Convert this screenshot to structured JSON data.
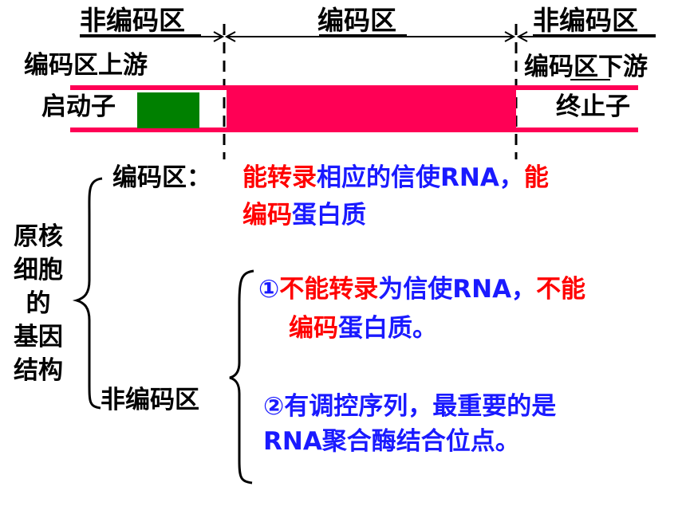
{
  "top_labels": {
    "noncoding_left": "非编码区",
    "coding": "编码区",
    "noncoding_right": "非编码区",
    "upstream": "编码区上游",
    "downstream": "编码区下游",
    "promoter": "启动子",
    "terminator": "终止子"
  },
  "colors": {
    "strand": "#ff0055",
    "promoter_box": "#008000",
    "red_text": "#ff0000",
    "blue_text": "#1a1aff"
  },
  "left_title": [
    "原核",
    "细胞",
    "的",
    "基因",
    "结构"
  ],
  "coding": {
    "label": "编码区：",
    "desc": {
      "red1": "能转录",
      "blue1": "相应的信使RNA，",
      "red2": "能",
      "red3": "编码",
      "blue2": "蛋白质"
    }
  },
  "noncoding": {
    "label": "非编码区",
    "point1": {
      "blue_a": "①",
      "red_a": "不能转录",
      "blue_b": "为信使RNA，",
      "red_b": "不能",
      "red_c": "编码",
      "blue_c": "蛋白质。"
    },
    "point2": {
      "line1": "②有调控序列，最重要的是",
      "line2": "RNA聚合酶结合位点。"
    }
  }
}
